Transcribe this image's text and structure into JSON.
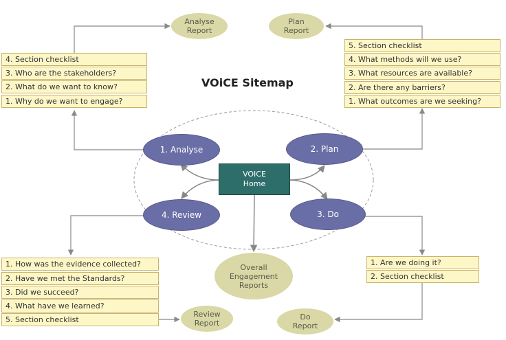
{
  "title": "VOiCE Sitemap",
  "home": {
    "line1": "VOICE",
    "line2": "Home"
  },
  "steps": {
    "analyse": "1. Analyse",
    "plan": "2. Plan",
    "do": "3. Do",
    "review": "4. Review"
  },
  "reports": {
    "analyse": {
      "line1": "Analyse",
      "line2": "Report"
    },
    "plan": {
      "line1": "Plan",
      "line2": "Report"
    },
    "review": {
      "line1": "Review",
      "line2": "Report"
    },
    "do": {
      "line1": "Do",
      "line2": "Report"
    },
    "overall": {
      "line1": "Overall",
      "line2": "Engagement",
      "line3": "Reports"
    }
  },
  "analyse_items": [
    "4. Section checklist",
    "3. Who are the stakeholders?",
    "2. What do we want to know?",
    "1. Why do we want to engage?"
  ],
  "plan_items": [
    "5. Section checklist",
    "4. What methods will we use?",
    "3. What resources are available?",
    "2. Are there any barriers?",
    "1. What outcomes are we seeking?"
  ],
  "review_items": [
    "1. How was the evidence collected?",
    "2. Have we met the Standards?",
    "3. Did we succeed?",
    "4. What have we learned?",
    "5. Section checklist"
  ],
  "do_items": [
    "1. Are we doing it?",
    "2. Section checklist"
  ],
  "colors": {
    "step_fill": "#6a6ea6",
    "home_fill": "#2e6e6a",
    "report_fill": "#d9d8a6",
    "box_fill": "#fdf6c6"
  }
}
